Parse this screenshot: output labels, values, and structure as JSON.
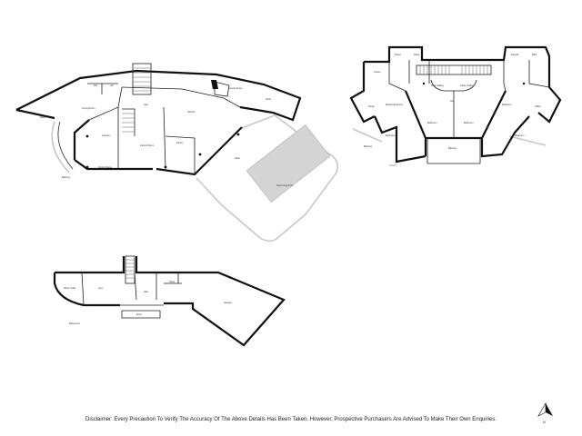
{
  "floorplans": {
    "ground": {
      "rooms": [
        "Deck",
        "Living Room",
        "WC",
        "Ldr",
        "Hall",
        "Guest Room",
        "Laundry",
        "Store",
        "Kitchen",
        "Family Room",
        "Pantry",
        "Dining Room",
        "Patio",
        "Swimming Pool",
        "Balcony"
      ]
    },
    "upper": {
      "rooms": [
        "Closet",
        "Dress",
        "Robe",
        "Ensuite",
        "Bath",
        "Stair Gallery",
        "Study Gallery",
        "Study",
        "Office",
        "Master Bedroom",
        "Bedroom",
        "Hall",
        "Balcony"
      ]
    },
    "lower": {
      "rooms": [
        "Wine Cellar",
        "Gym",
        "Hall",
        "Garage",
        "Store",
        "Entry",
        "Basement"
      ]
    }
  },
  "disclaimer": "Disclaimer: Every Precaution To Verify The Accuracy Of The Above Details Has Been Taken. However, Prospective Purchasers Are Advised To Make Their Own Enquiries.",
  "north": {
    "label": "N",
    "icon": "north-arrow-icon"
  }
}
